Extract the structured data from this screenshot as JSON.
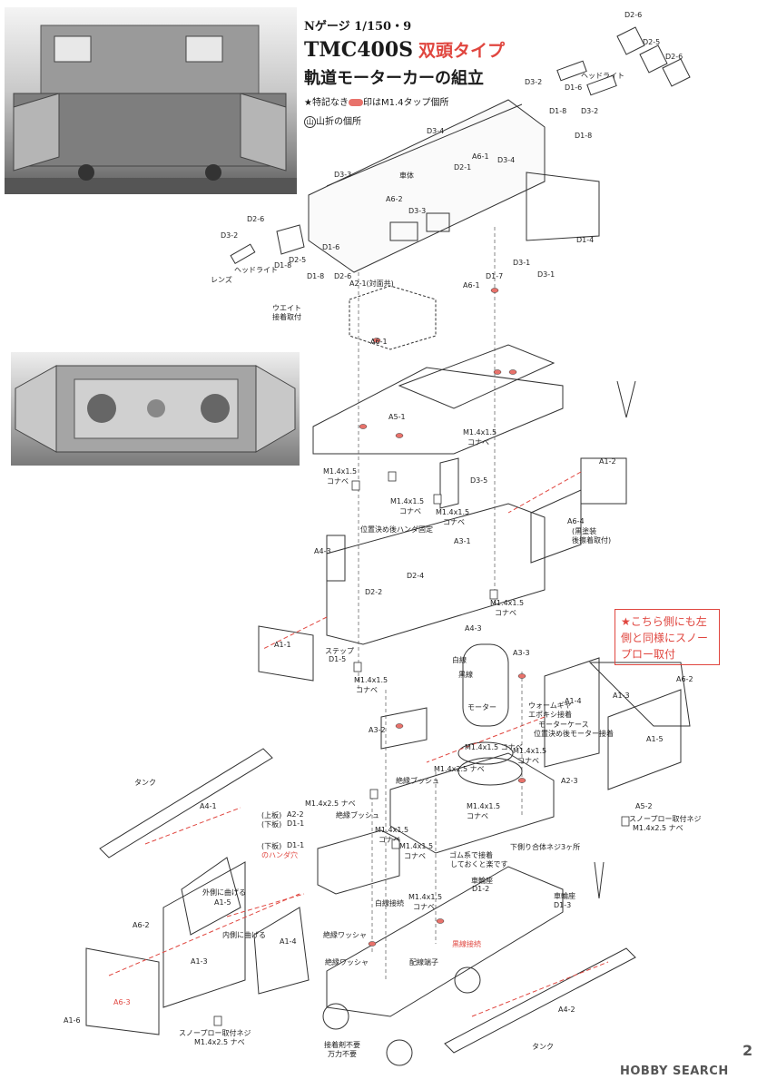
{
  "header": {
    "gauge": "Nゲージ 1/150・9",
    "model": "TMC400S",
    "variant": "双頭タイプ",
    "subtitle": "軌道モーターカーの組立",
    "note_prefix": "★特記なき",
    "note_suffix": "印はM1.4タップ個所",
    "fold_symbol": "山",
    "fold_note": "山折の個所"
  },
  "callout": {
    "text": "★こちら側にも左側と同様にスノープロー取付"
  },
  "footer": {
    "brand": "HOBBY SEARCH",
    "page": "2"
  },
  "colors": {
    "accent_red": "#e0463f",
    "highlight_pink": "#e8726b"
  },
  "labels": [
    {
      "text": "D2-6"
    },
    {
      "text": "D2-5"
    },
    {
      "text": "D2-6"
    },
    {
      "text": "ヘッドライト"
    },
    {
      "text": "D3-2"
    },
    {
      "text": "D1-6"
    },
    {
      "text": "D1-8"
    },
    {
      "text": "D3-2"
    },
    {
      "text": "D1-8"
    },
    {
      "text": "D3-4"
    },
    {
      "text": "D3-3"
    },
    {
      "text": "車体"
    },
    {
      "text": "D2-1"
    },
    {
      "text": "A6-1"
    },
    {
      "text": "D3-4"
    },
    {
      "text": "A6-2"
    },
    {
      "text": "D3-3"
    },
    {
      "text": "D1-4"
    },
    {
      "text": "D3-1"
    },
    {
      "text": "D3-1"
    },
    {
      "text": "D2-6"
    },
    {
      "text": "D3-2"
    },
    {
      "text": "D2-5"
    },
    {
      "text": "D1-6"
    },
    {
      "text": "レンズ"
    },
    {
      "text": "ヘッドライト"
    },
    {
      "text": "D1-8"
    },
    {
      "text": "D1-8"
    },
    {
      "text": "D2-6"
    },
    {
      "text": "A2-1(対面共)"
    },
    {
      "text": "A6-1"
    },
    {
      "text": "D1-7"
    },
    {
      "text": "ウエイト"
    },
    {
      "text": "接着取付"
    },
    {
      "text": "A6-1"
    },
    {
      "text": "A5-1"
    },
    {
      "text": "M1.4x1.5"
    },
    {
      "text": "コナベ"
    },
    {
      "text": "A1-2"
    },
    {
      "text": "M1.4x1.5"
    },
    {
      "text": "コナベ"
    },
    {
      "text": "D3-5"
    },
    {
      "text": "M1.4x1.5"
    },
    {
      "text": "コナベ"
    },
    {
      "text": "M1.4x1.5"
    },
    {
      "text": "コナベ"
    },
    {
      "text": "位置決め後ハンダ固定"
    },
    {
      "text": "A6-4"
    },
    {
      "text": "(黒塗装"
    },
    {
      "text": "後擦着取付)"
    },
    {
      "text": "A4-3"
    },
    {
      "text": "A3-1"
    },
    {
      "text": "D2-4"
    },
    {
      "text": "D2-2"
    },
    {
      "text": "M1.4x1.5"
    },
    {
      "text": "コナベ"
    },
    {
      "text": "A1-1"
    },
    {
      "text": "ステップ"
    },
    {
      "text": "D1-5"
    },
    {
      "text": "A4-3"
    },
    {
      "text": "白線"
    },
    {
      "text": "黒線"
    },
    {
      "text": "A3-3"
    },
    {
      "text": "M1.4x1.5"
    },
    {
      "text": "コナベ"
    },
    {
      "text": "モーター"
    },
    {
      "text": "ウォームギヤ"
    },
    {
      "text": "エポキシ接着"
    },
    {
      "text": "A3-2"
    },
    {
      "text": "モーターケース"
    },
    {
      "text": "位置決め後モーター接着"
    },
    {
      "text": "A1-4"
    },
    {
      "text": "A1-3"
    },
    {
      "text": "A6-2"
    },
    {
      "text": "M1.4x1.5 コナベ"
    },
    {
      "text": "M1.4x1.5"
    },
    {
      "text": "コナベ"
    },
    {
      "text": "A1-5"
    },
    {
      "text": "タンク"
    },
    {
      "text": "M1.4x2.5 ナベ"
    },
    {
      "text": "絶縁ブッシュ"
    },
    {
      "text": "A2-3"
    },
    {
      "text": "A4-1"
    },
    {
      "text": "M1.4x2.5 ナベ"
    },
    {
      "text": "M1.4x1.5"
    },
    {
      "text": "コナベ"
    },
    {
      "text": "A5-2"
    },
    {
      "text": "スノープロー取付ネジ"
    },
    {
      "text": "M1.4x2.5 ナベ"
    },
    {
      "text": "(上板)"
    },
    {
      "text": "A2-2"
    },
    {
      "text": "(下板)"
    },
    {
      "text": "D1-1"
    },
    {
      "text": "絶縁ブッシュ"
    },
    {
      "text": "M1.4x1.5"
    },
    {
      "text": "コナベ"
    },
    {
      "text": "下側り合体ネジ3ヶ所"
    },
    {
      "text": "(下板)"
    },
    {
      "text": "D1-1"
    },
    {
      "text": "のハンダ穴"
    },
    {
      "text": "M1.4x1.5"
    },
    {
      "text": "コナベ"
    },
    {
      "text": "ゴム系で接着"
    },
    {
      "text": "しておくと楽です"
    },
    {
      "text": "外側に曲げる"
    },
    {
      "text": "車輪座"
    },
    {
      "text": "D1-2"
    },
    {
      "text": "車輪座"
    },
    {
      "text": "D1-3"
    },
    {
      "text": "M1.4x1.5"
    },
    {
      "text": "コナベ"
    },
    {
      "text": "白線接続"
    },
    {
      "text": "絶縁ワッシャ"
    },
    {
      "text": "A1-5"
    },
    {
      "text": "A6-2"
    },
    {
      "text": "A1-4"
    },
    {
      "text": "内側に曲げる"
    },
    {
      "text": "A1-3"
    },
    {
      "text": "絶縁ワッシャ"
    },
    {
      "text": "配線端子"
    },
    {
      "text": "黒線接続"
    },
    {
      "text": "A6-3"
    },
    {
      "text": "A1-6"
    },
    {
      "text": "スノープロー取付ネジ"
    },
    {
      "text": "M1.4x2.5 ナベ"
    },
    {
      "text": "接着剤不要"
    },
    {
      "text": "万力不要"
    },
    {
      "text": "タンク"
    },
    {
      "text": "A4-2"
    }
  ]
}
